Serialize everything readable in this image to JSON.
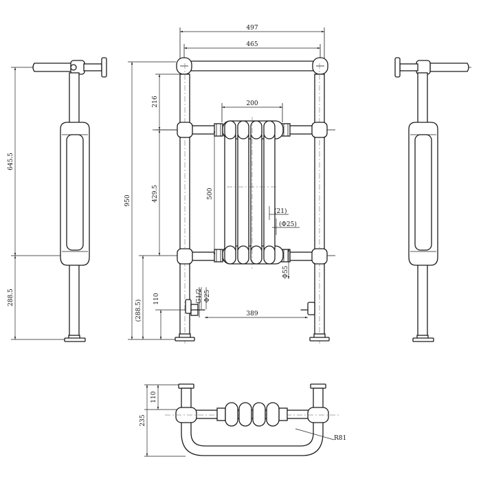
{
  "front_view": {
    "overall_width": "497",
    "rail_width": "465",
    "radiator_width": "200",
    "overall_height": "950",
    "top_to_upper_header": "216",
    "header_spacing": "429.5",
    "radiator_height": "500",
    "header_to_floor": "(288.5)",
    "valve_height": "110",
    "valve_spacing": "389",
    "thread_size": "G1/2",
    "valve_pipe_diameter": "Φ25",
    "section_depth": "(21)",
    "tube_diameter": "(Φ25)",
    "header_diameter": "Φ55"
  },
  "side_view": {
    "height_upper": "645.5",
    "height_lower": "288.5"
  },
  "plan_view": {
    "depth_total": "235",
    "depth_wall": "110",
    "bend_radius": "R81"
  }
}
